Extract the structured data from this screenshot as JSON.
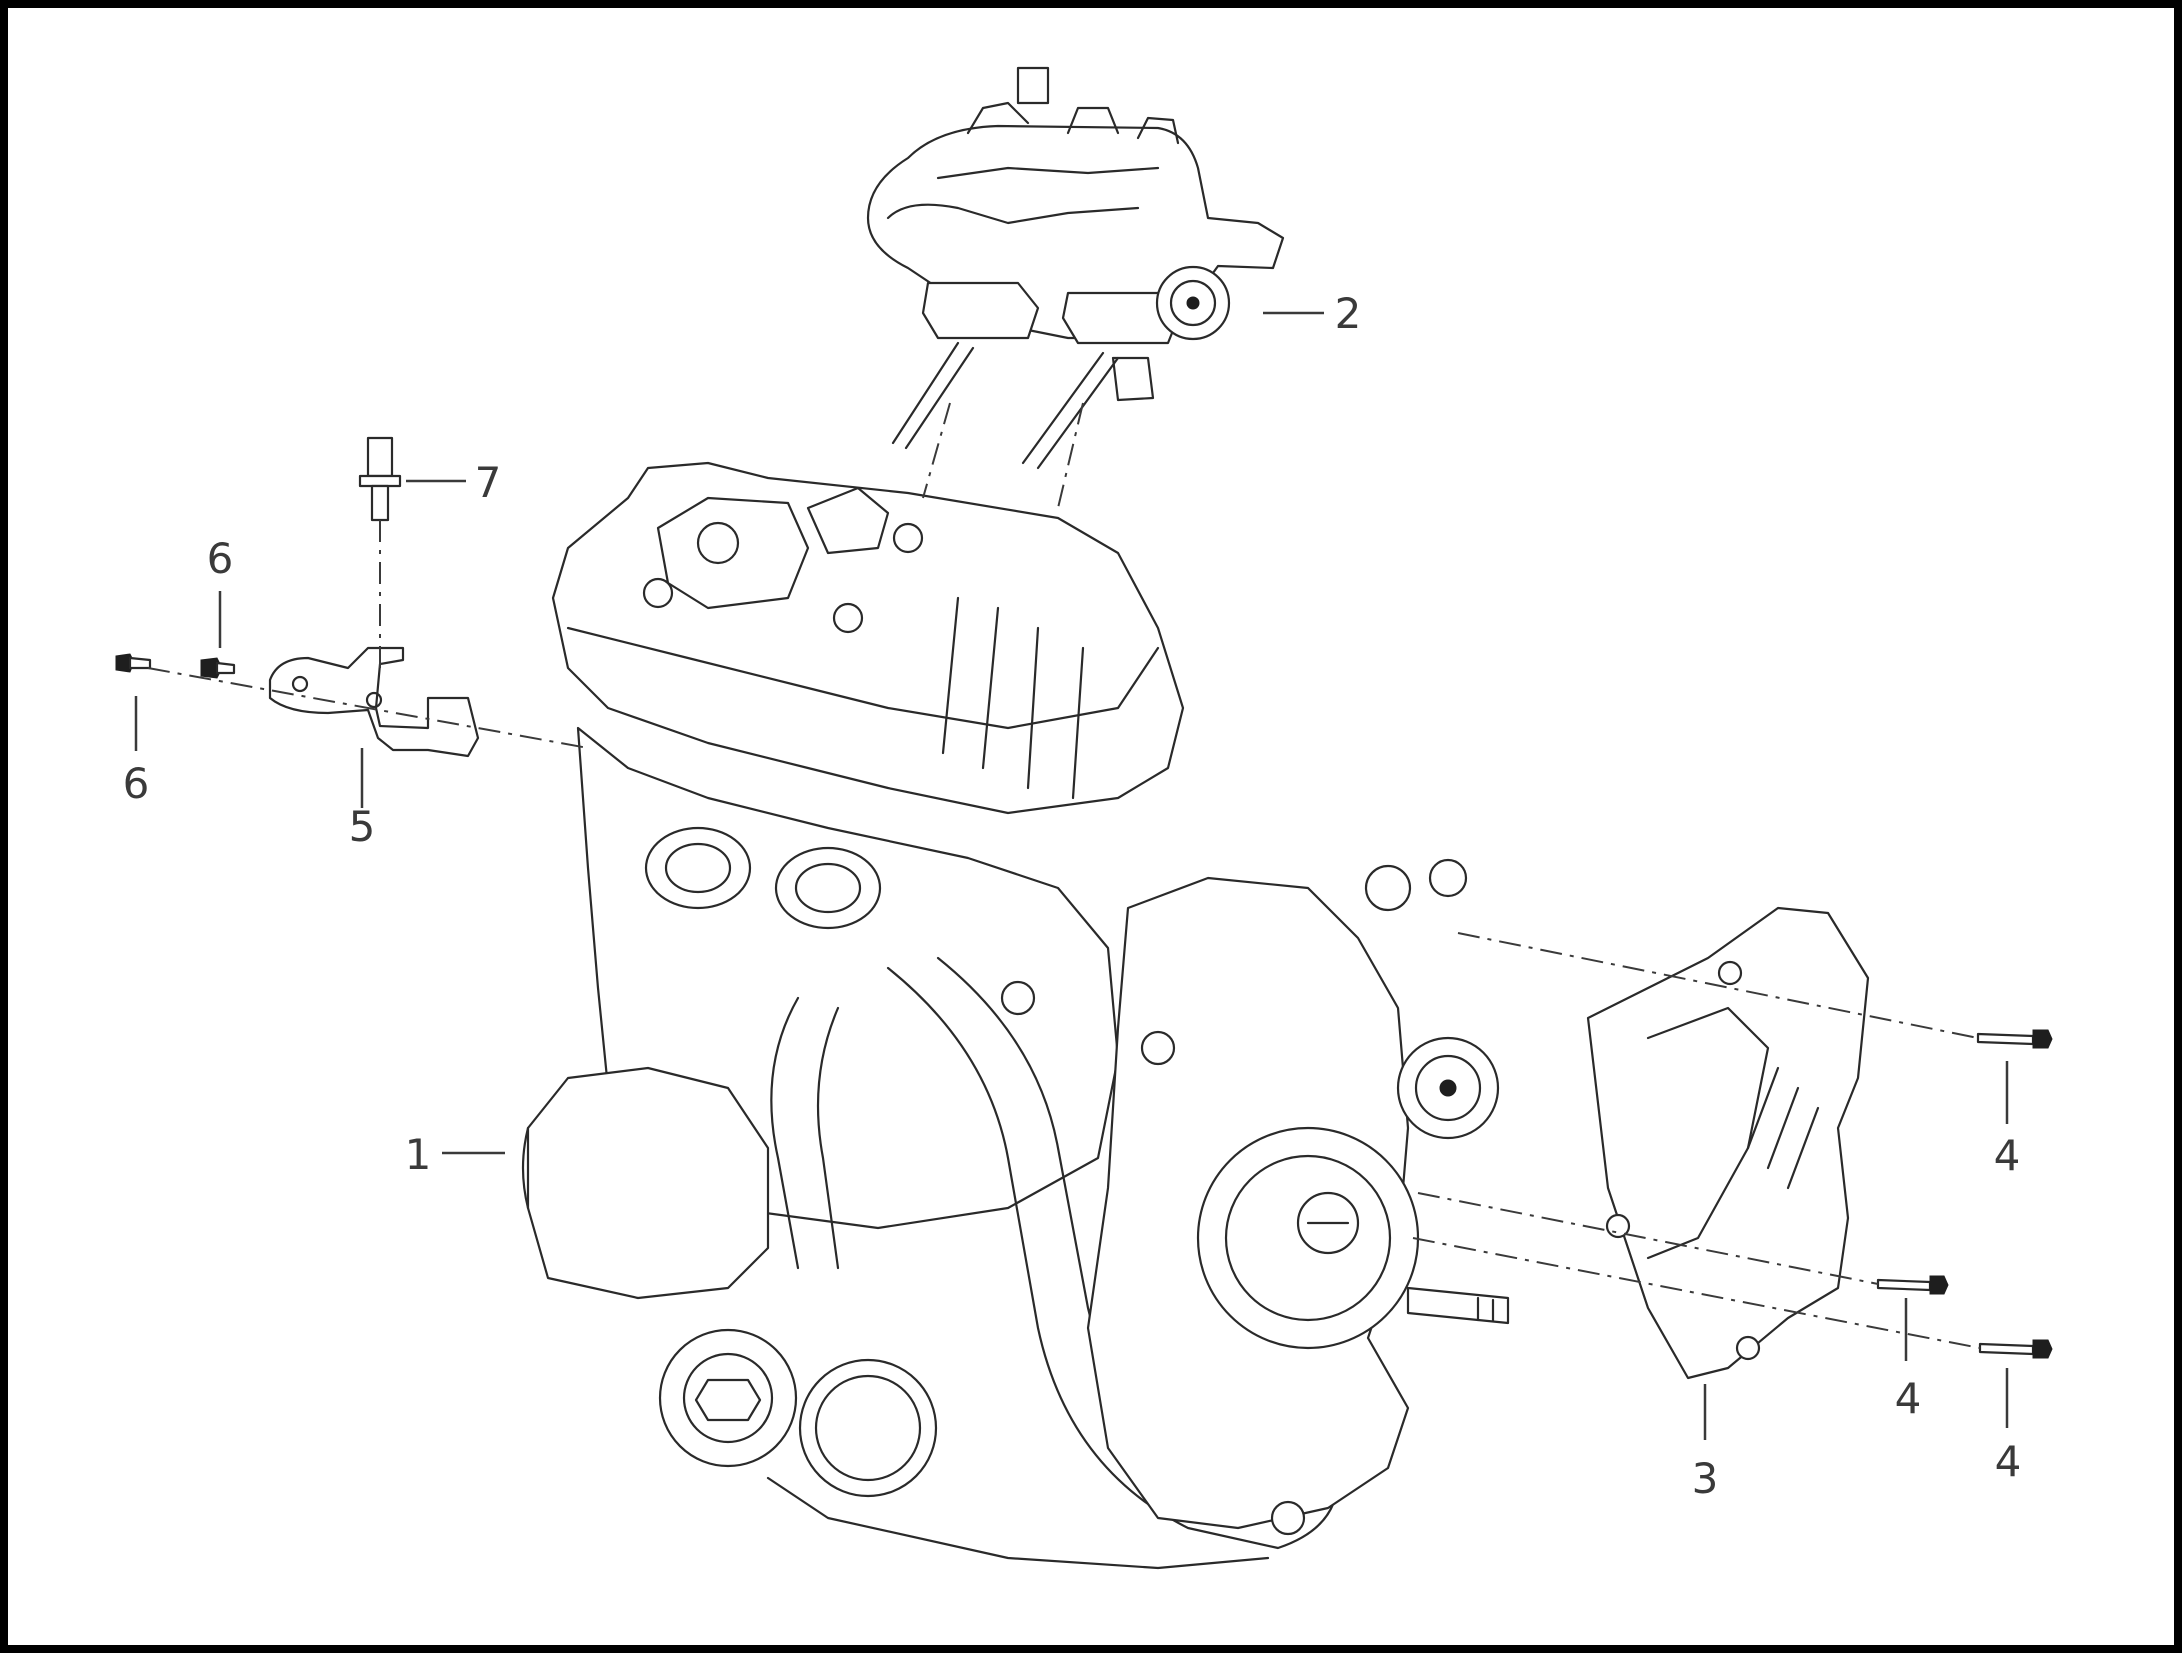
{
  "callouts": [
    {
      "id": "p1",
      "label": "1"
    },
    {
      "id": "p2",
      "label": "2"
    },
    {
      "id": "p3",
      "label": "3"
    },
    {
      "id": "p4a",
      "label": "4"
    },
    {
      "id": "p4b",
      "label": "4"
    },
    {
      "id": "p4c",
      "label": "4"
    },
    {
      "id": "p5",
      "label": "5"
    },
    {
      "id": "p6a",
      "label": "6"
    },
    {
      "id": "p6b",
      "label": "6"
    },
    {
      "id": "p7",
      "label": "7"
    }
  ],
  "colors": {
    "line": "#2a2a2a",
    "label": "#3a3a3a",
    "border": "#000000",
    "background": "#ffffff"
  }
}
